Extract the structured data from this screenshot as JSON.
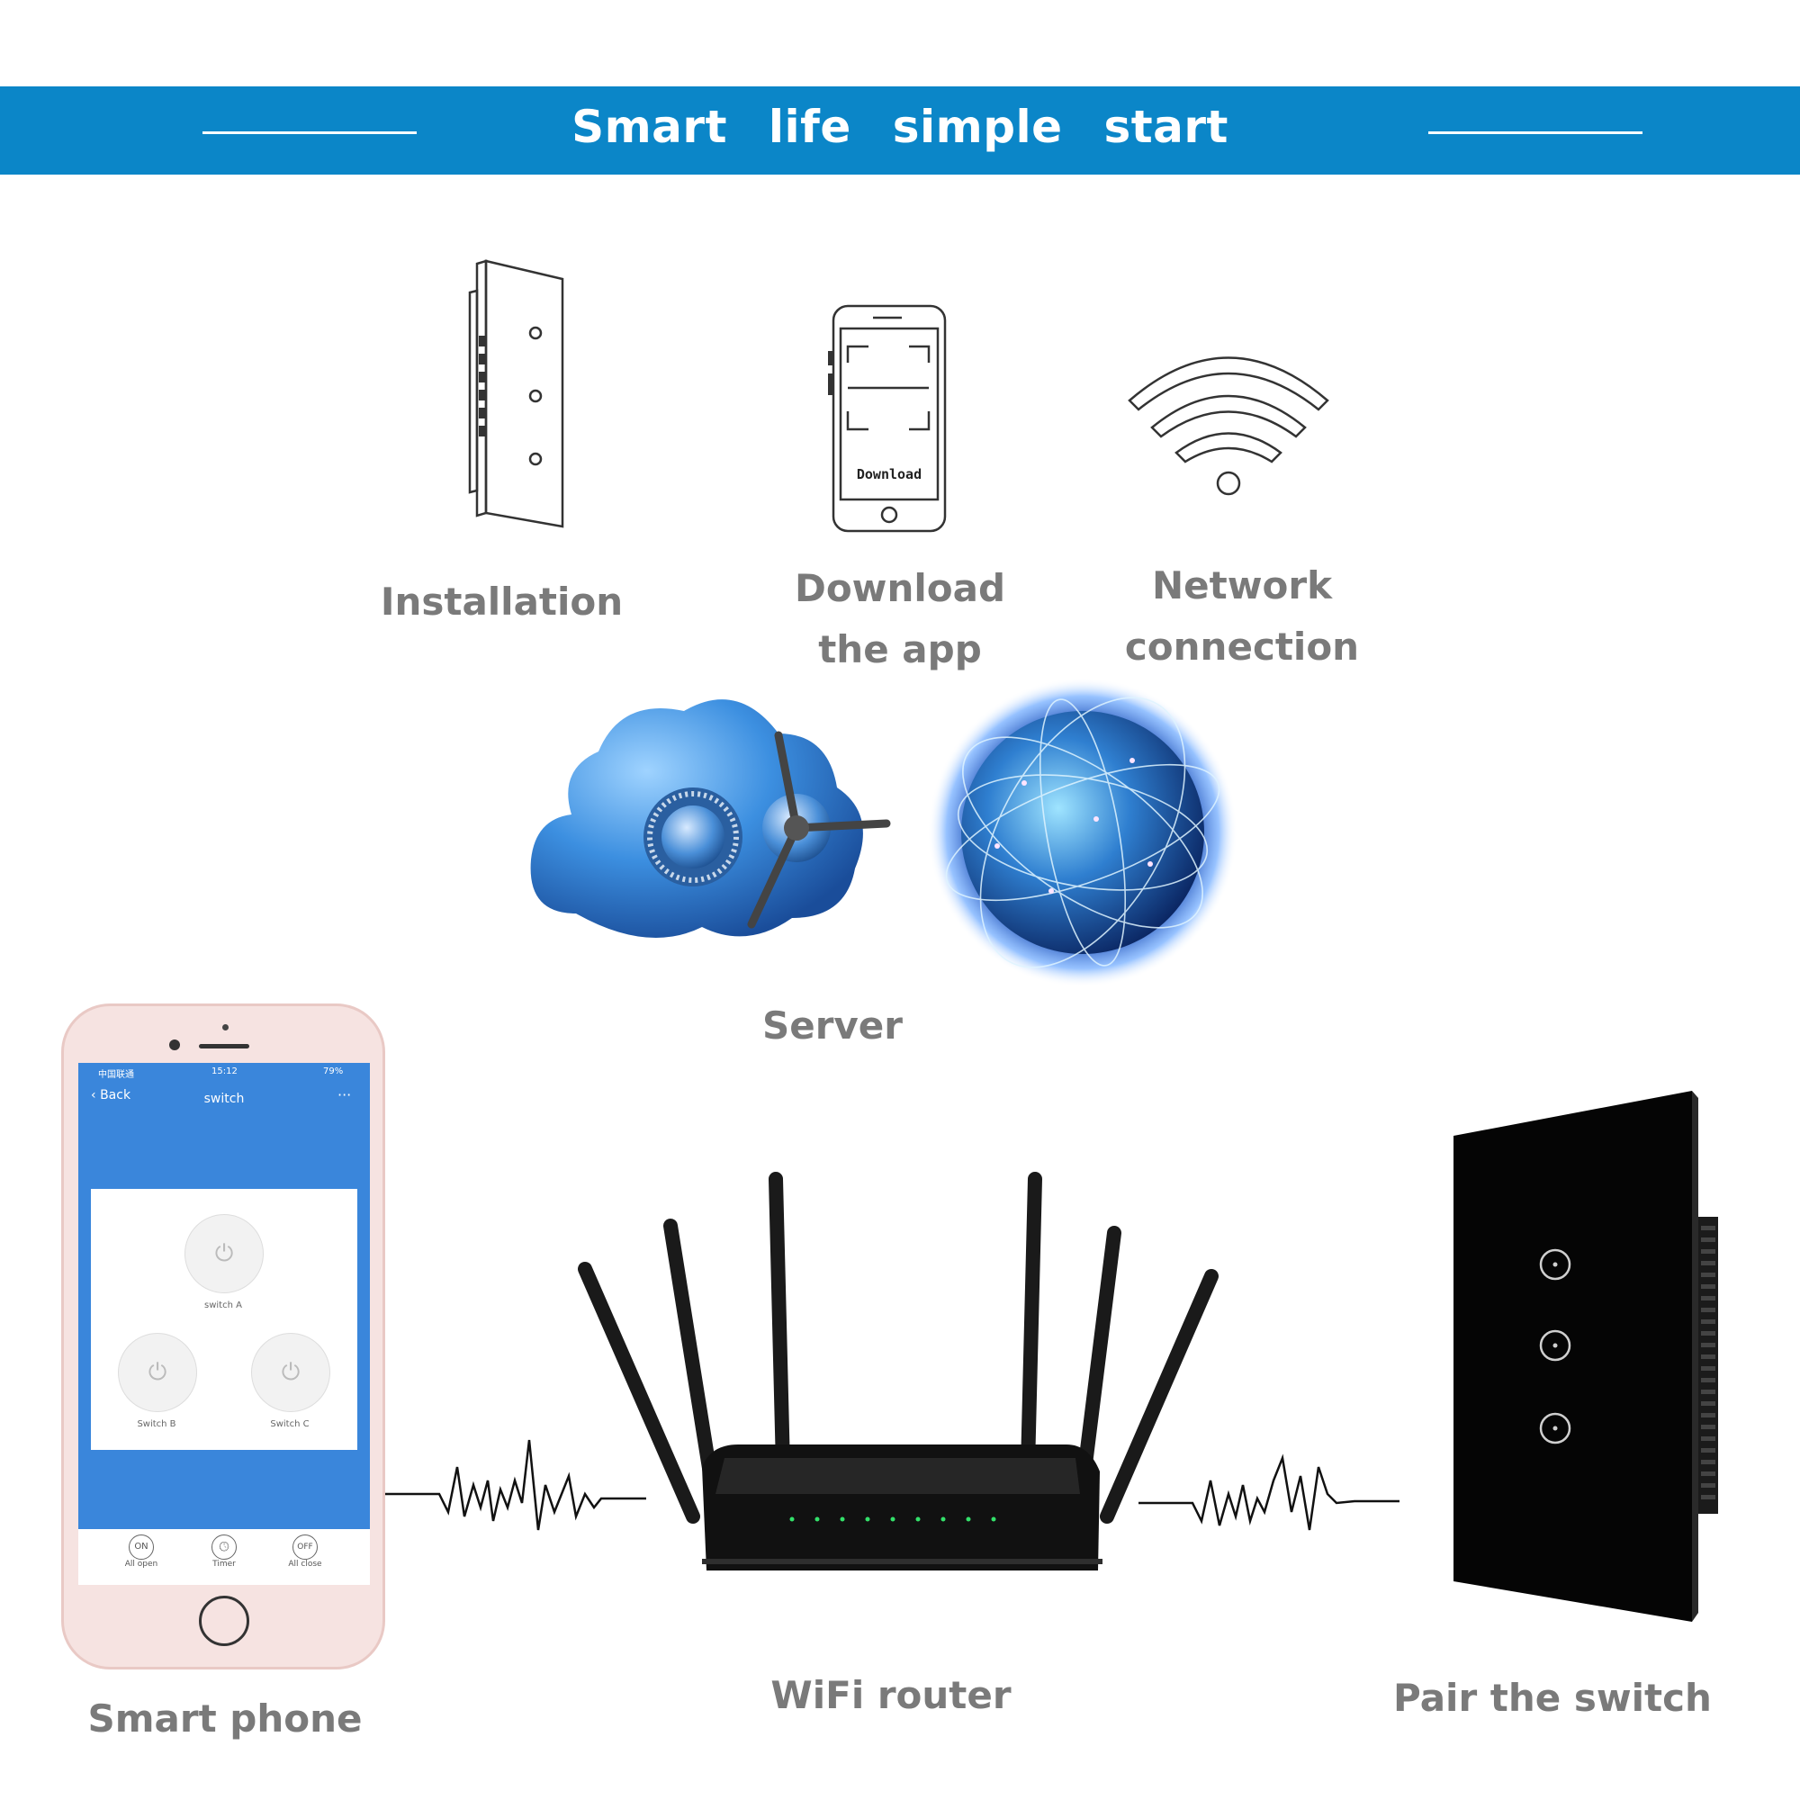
{
  "banner": {
    "title": "Smart life simple start"
  },
  "steps": {
    "installation": "Installation",
    "download_line1": "Download",
    "download_line2": "the app",
    "network_line1": "Network",
    "network_line2": "connection",
    "server": "Server"
  },
  "phone_screen": {
    "back": "Back",
    "title": "switch",
    "time": "15:12",
    "battery": "79%",
    "carrier": "中国联通",
    "switch_a": "switch A",
    "switch_b": "Switch B",
    "switch_c": "Switch C",
    "all_open": "All open",
    "timer": "Timer",
    "all_close": "All close",
    "on_btn": "ON",
    "off_btn": "OFF"
  },
  "sketch_phone_text": "Download",
  "bottom": {
    "smart_phone": "Smart phone",
    "wifi_router": "WiFi router",
    "pair_switch": "Pair the switch"
  },
  "colors": {
    "banner": "#0b86c8",
    "label": "#7a7a7a",
    "app_blue": "#3a86db"
  }
}
